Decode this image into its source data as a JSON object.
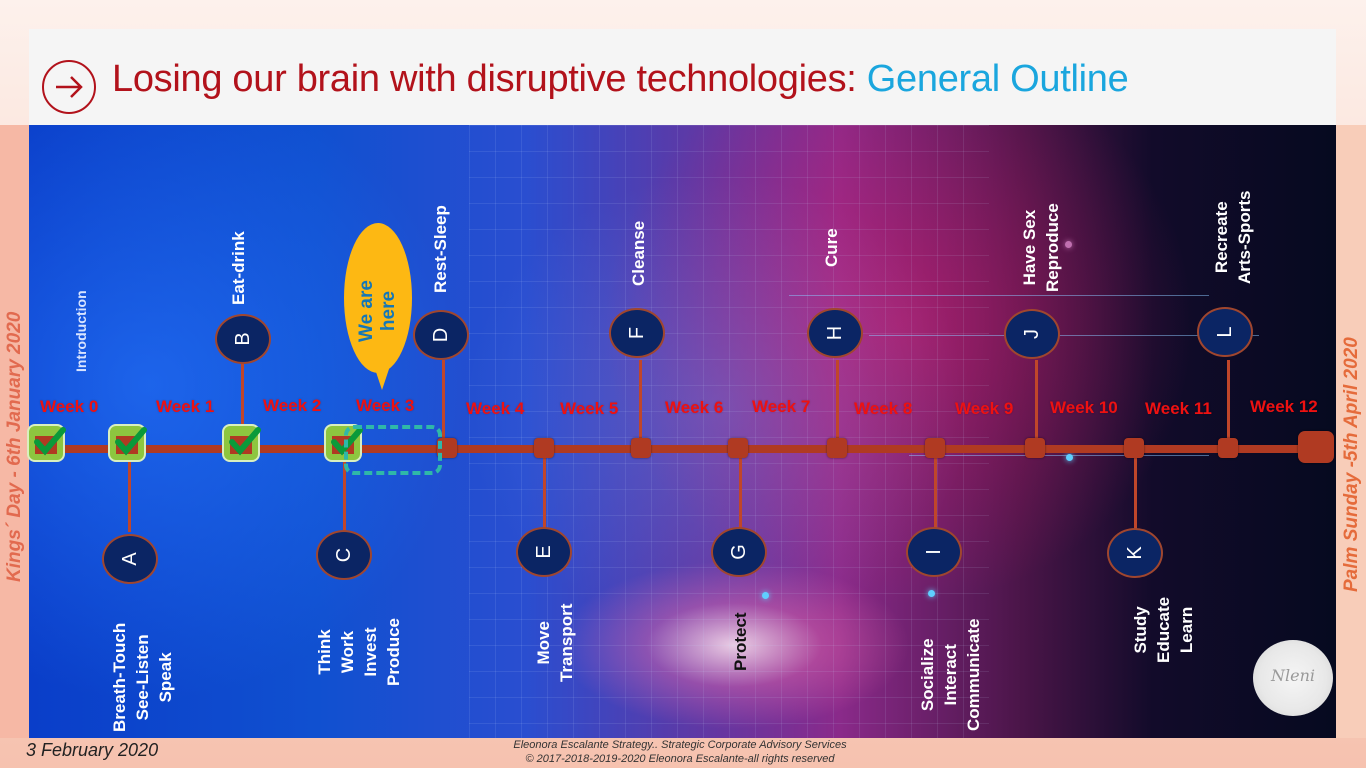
{
  "slide": {
    "title_main": "Losing our brain with disruptive technologies: ",
    "title_accent": "General Outline",
    "title_icon": "arrow-right-circle-icon",
    "colors": {
      "title_red": "#b2121b",
      "title_blue": "#1aa6de",
      "timeline": "#b03a22",
      "week_label": "#ee1111",
      "node_fill": "#0b2564",
      "check_green": "#8dc63f",
      "bubble_yellow": "#fdb813",
      "bubble_text": "#1477b8",
      "dashed_highlight": "#2fb8a8",
      "side_text": "#e26a4f"
    }
  },
  "side": {
    "left_text": "Kings´ Day - 6th January 2020",
    "right_text": "Palm Sunday -5th April 2020"
  },
  "timeline": {
    "weeks": [
      "Week 0",
      "Week 1",
      "Week 2",
      "Week 3",
      "Week 4",
      "Week 5",
      "Week 6",
      "Week 7",
      "Week 8",
      "Week 9",
      "Week 10",
      "Week 11",
      "Week 12"
    ],
    "completed_weeks": [
      "Week 0",
      "Week 1",
      "Week 2",
      "Week 3"
    ],
    "intro_label": "Introduction",
    "current_marker": "We are\nhere"
  },
  "topics": [
    {
      "letter": "A",
      "label": "Breath-Touch\nSee-Listen\nSpeak",
      "position": "below"
    },
    {
      "letter": "B",
      "label": "Eat-drink",
      "position": "above"
    },
    {
      "letter": "C",
      "label": "Think\nWork\nInvest\nProduce",
      "position": "below"
    },
    {
      "letter": "D",
      "label": "Rest-Sleep",
      "position": "above"
    },
    {
      "letter": "E",
      "label": "Move\nTransport",
      "position": "below"
    },
    {
      "letter": "F",
      "label": "Cleanse",
      "position": "above"
    },
    {
      "letter": "G",
      "label": "Protect",
      "position": "below"
    },
    {
      "letter": "H",
      "label": "Cure",
      "position": "above"
    },
    {
      "letter": "I",
      "label": "Socialize\nInteract\nCommunicate",
      "position": "below"
    },
    {
      "letter": "J",
      "label": "Have Sex\nReproduce",
      "position": "above"
    },
    {
      "letter": "K",
      "label": "Study\nEducate\nLearn",
      "position": "below"
    },
    {
      "letter": "L",
      "label": "Recreate\nArts-Sports",
      "position": "above"
    }
  ],
  "seal": {
    "text": "Nleni"
  },
  "footer": {
    "date": "3 February 2020",
    "copyright_line1": "Eleonora Escalante Strategy.. Strategic Corporate Advisory Services",
    "copyright_line2": "© 2017-2018-2019-2020  Eleonora Escalante-all rights reserved"
  }
}
